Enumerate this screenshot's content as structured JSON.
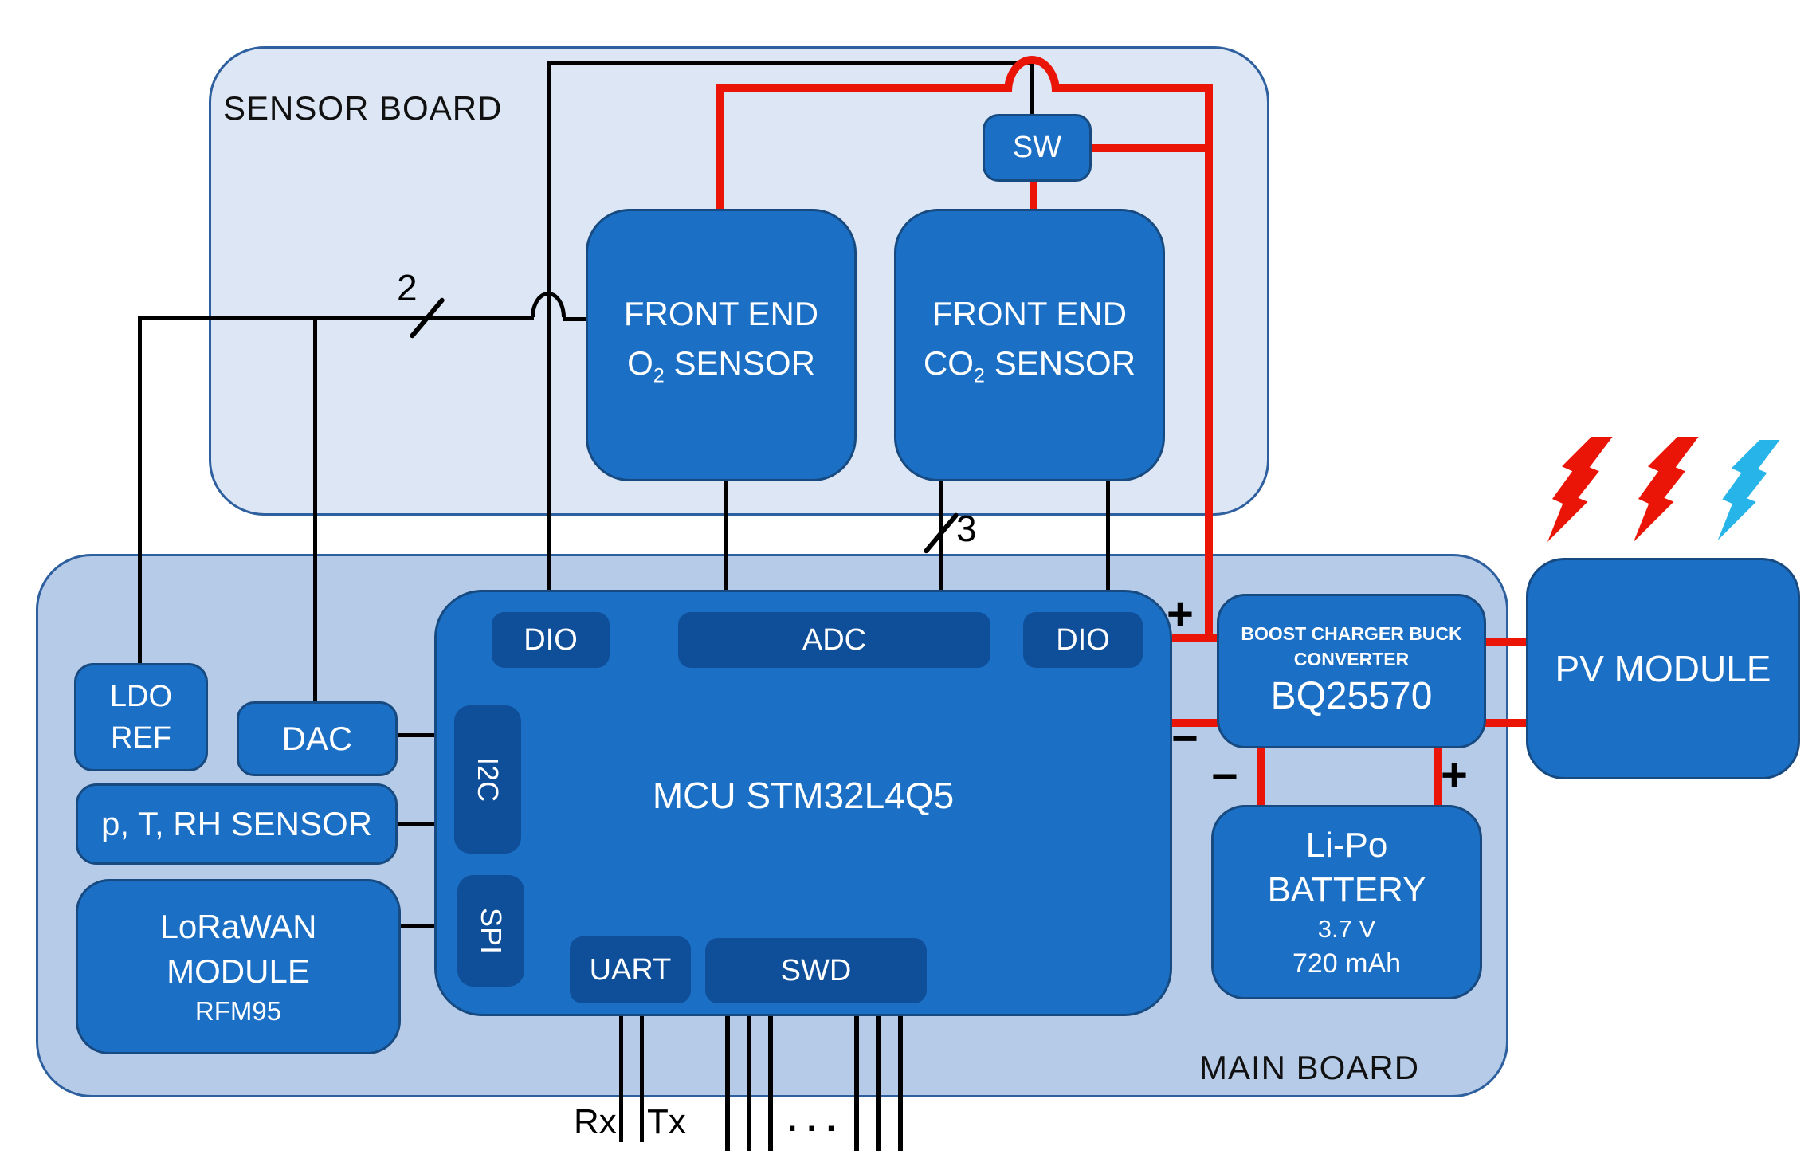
{
  "boards": {
    "sensor_label": "SENSOR BOARD",
    "main_label": "MAIN BOARD"
  },
  "blocks": {
    "o2": {
      "line1": "FRONT END",
      "formula_base": "O",
      "formula_sub": "2",
      "suffix": "SENSOR"
    },
    "co2": {
      "line1": "FRONT END",
      "formula_base": "CO",
      "formula_sub": "2",
      "suffix": "SENSOR"
    },
    "sw": {
      "label": "SW"
    },
    "mcu": {
      "label": "MCU STM32L4Q5"
    },
    "dio_left": {
      "label": "DIO"
    },
    "adc": {
      "label": "ADC"
    },
    "dio_right": {
      "label": "DIO"
    },
    "i2c": {
      "label": "I2C"
    },
    "spi": {
      "label": "SPI"
    },
    "uart": {
      "label": "UART"
    },
    "swd": {
      "label": "SWD"
    },
    "ldo": {
      "line1": "LDO",
      "line2": "REF"
    },
    "dac": {
      "label": "DAC"
    },
    "ptrh": {
      "label": "p, T, RH SENSOR"
    },
    "lorawan": {
      "line1": "LoRaWAN",
      "line2": "MODULE",
      "line3": "RFM95"
    },
    "bq": {
      "line1": "BOOST CHARGER BUCK",
      "line2": "CONVERTER",
      "line3": "BQ25570"
    },
    "battery": {
      "line1": "Li-Po",
      "line2": "BATTERY",
      "line3": "3.7 V",
      "line4": "720 mAh"
    },
    "pv": {
      "label": "PV MODULE"
    }
  },
  "wire_labels": {
    "dac_bus_count": "2",
    "adc_bus_count": "3",
    "rx": "Rx",
    "tx": "Tx",
    "swd_dots": ". . .",
    "bq_in_plus": "+",
    "bq_in_minus": "−",
    "battery_minus": "−",
    "battery_plus": "+"
  },
  "colors": {
    "block_blue": "#1b6fc4",
    "inner_dark_blue": "#0f4f9a",
    "sensor_board_bg": "#dce6f4",
    "main_board_bg": "#b5cbe8",
    "board_border": "#2e5f9e",
    "wire_red": "#ea1507",
    "wire_black": "#000000",
    "bolt_red": "#ea1507",
    "bolt_cyan": "#27b4e8"
  }
}
